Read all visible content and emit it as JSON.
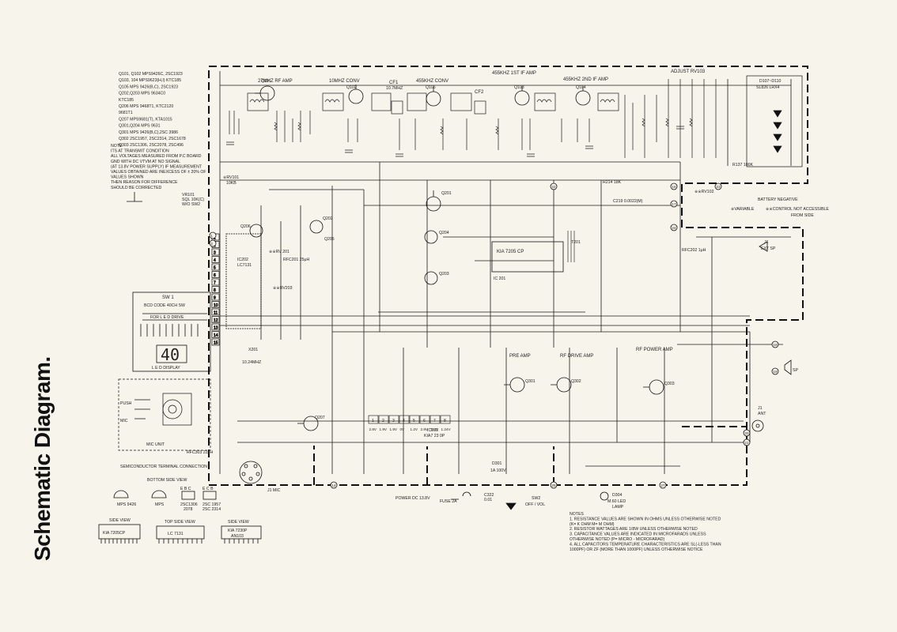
{
  "title": "Schematic Diagram.",
  "semiconductor_list": [
    "Q101, Q102  MPS9426C, 2SC1923",
    "Q103, 104  MPS9623(H,I) KTC185",
    "Q105  MPS 9426(B,C), 2SC1923",
    "Q202,Q203  MPS 9634C0",
    "KTC185",
    "Q206  MPS 9468T1, KTC2120",
    "9681T1",
    "Q207  MPS9681(T), KTA1015",
    "Q301,Q204  MPS 9631",
    "Q301  MPS 9426(B,C),2SC 3986",
    "Q302  2SC1957, 2SC2314, 2SC1678",
    "Q303  2SC1306, 2SC2078, 2SC496"
  ],
  "measurement_notes": [
    "NOTE",
    "ITS AT TRANSMIT CONDITION",
    "ALL VOLTAGES MEASURED FROM P.C BOARD",
    "GND WITH DC VTVM AT NO SIGNAL",
    "(AT 13.8V POWER SUPPLY) IF MEASUREMENT",
    "VALUES OBTAINED ARE INEXCESS OF ± 20% OF",
    "VALUES SHOWN",
    "THEN REASON FOR DIFFERENCE",
    "SHOULD BE CORRECTED"
  ],
  "stage_labels": {
    "rf_amp": "27MHZ RF AMP",
    "conv1": "10MHZ CONV",
    "cf1": "CF1",
    "cf1_freq": "10.7MHZ",
    "conv2": "455KHZ CONV",
    "cf2": "CF2",
    "if1": "455KHZ 1ST IF AMP",
    "if2": "455KHZ 2ND IF AMP",
    "pre_amp": "PRE AMP",
    "rf_drive": "RF DRIVE AMP",
    "rf_power": "RF POWER AMP",
    "adjust": "ADJUST RV103",
    "led_array": "D107~D110",
    "led_array_2": "SL826  LRX4"
  },
  "component_labels": {
    "q101": "Q101",
    "q102": "Q102",
    "q103": "Q103",
    "q104": "Q104",
    "q105": "Q105",
    "q201": "Q201",
    "q202": "Q202",
    "q203": "Q203",
    "q204": "Q204",
    "q205": "Q205",
    "q206": "Q206",
    "q207": "Q207",
    "q301": "Q301",
    "q302": "Q302",
    "q303": "Q303",
    "ic201": "IC 201",
    "ic202": "IC202",
    "ic202_part": "LC7131",
    "ic201_part": "KIA 7205 CP",
    "ic203": "IC203",
    "ic203_part": "KIA7 23 0P",
    "sw1": "SW 1",
    "sw1_sub": "BCD  CODE  40CH  SW",
    "led_drive": "FOR  L E D  DRIVE",
    "led_display": "L E D  DISPLAY",
    "led_digits": "40",
    "mic_unit": "MIC UNIT",
    "push": "PUSH",
    "mic": "MIC",
    "x201": "X201",
    "x201_freq": "10.24MHZ",
    "rfc303": "RFC303  22μH",
    "rfc202": "RFC202  1μH",
    "rfc201": "RFC201  25μH",
    "t201": "T201",
    "vr101": "VR101",
    "vr101_val": "SQL 10K(C)",
    "vr101_sw": "W/O SW2",
    "rv101": "※RV101",
    "rv101_val": "10KB",
    "rv102": "※※RV102",
    "rv201": "※※RV 201",
    "rv203": "※※RV203",
    "r137": "R137  100K",
    "r214": "R214  18K",
    "c219": "C219  0.0022(M)",
    "battery": "BATTERY NEGATIVE",
    "sp": "SP",
    "ext_sp": "J1",
    "ext_sp_2": "EXT SP",
    "ant": "J1",
    "ant_2": "ANT",
    "fuse": "FUSE  2A",
    "power_dc": "POWER DC  13.8V",
    "sw2": "SW2",
    "sw2_sub": "OFF / VOL",
    "d304": "D304",
    "lamp": "M.60 LED",
    "lamp_2": "LAMP",
    "d301": "D301",
    "d301_val": "1A 100V",
    "c322": "C322",
    "c322_val": "0.01",
    "j1_mic": "J1 MIC"
  },
  "legend": {
    "variable": "※VARIABLE",
    "control": "※※CONTROL  NOT  ACCESSIBLE",
    "control_2": "FROM  SIDE"
  },
  "terminal": {
    "heading": "SEMICONDUCTOR  TERMINAL  CONNECTION",
    "bottom_view": "BOTTOM SIDE VIEW",
    "pkg1": "MPS 9426",
    "pkg2": "MPS",
    "pkg3": "2SC1306",
    "pkg3b": "2078",
    "pkg4": "2SC 1957",
    "pkg4b": "2SC 2314",
    "side_view_1": "SIDE VIEW",
    "top_side_view": "TOP SIDE VIEW",
    "side_view_2": "SIDE VIEW",
    "chip1": "KIA 7205CP",
    "chip2": "LC 7131",
    "chip3": "KIA 7230P",
    "chip3b": "AN103",
    "ebc": "E B C",
    "ecb": "E C B"
  },
  "notes": [
    "NOTES",
    "1. RESISTANCE VALUES ARE SHOWN IN OHMS UNLESS OTHERWISE NOTED",
    "   (K= K OHM  M= M OHM)",
    "2. RESISTOR WATTAGES ARE 1/8W UNLESS OTHERWISE NOTED",
    "3. CAPACITANCE VALUES ARE INDICATED IN MICROFARADS UNLESS",
    "   OTHERWISE NOTED (P= MICRO - MICROFARAD)",
    "4. ALL CAPACITORS TEMPERATURE CHARACTERISTICS ARE SL(-LESS THAN",
    "   1000PF) OR ZF (MORE THAN 1000PF) UNLESS OTHERWISE NOTICE"
  ],
  "terminal_numbers": [
    "1",
    "2",
    "3",
    "4",
    "5",
    "6",
    "7",
    "8",
    "9",
    "10",
    "11",
    "12",
    "13",
    "14",
    "15",
    "16",
    "17",
    "18",
    "19",
    "20",
    "21",
    "22",
    "23",
    "24",
    "25",
    "26",
    "27"
  ],
  "ic203_pins": [
    "2.8V",
    "1.9V",
    "1.9V",
    "0V",
    "1.2V",
    "2.8V",
    "5.3V",
    "1.24V"
  ]
}
